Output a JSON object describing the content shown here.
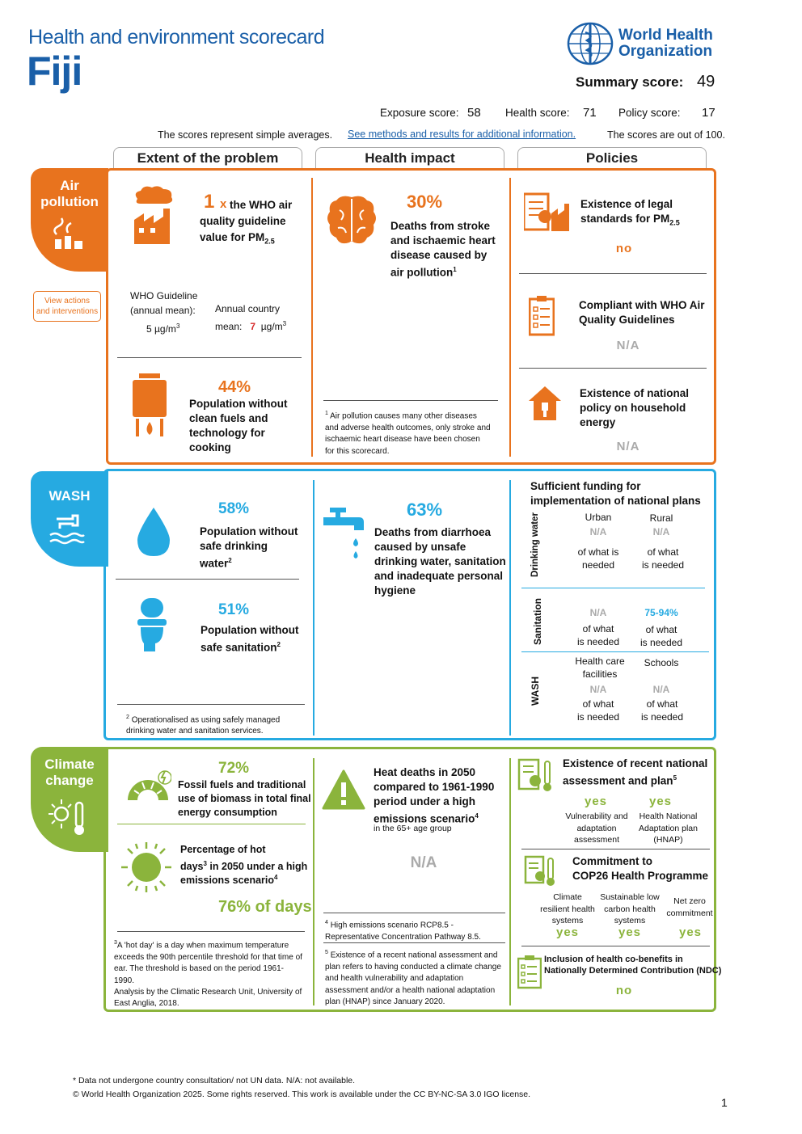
{
  "header": {
    "title": "Health and environment scorecard",
    "country": "Fiji",
    "org_line1": "World Health",
    "org_line2": "Organization",
    "summary_label": "Summary score:",
    "summary_value": "49",
    "exposure_label": "Exposure score:",
    "exposure_value": "58",
    "health_label": "Health score:",
    "health_value": "71",
    "policy_label": "Policy score:",
    "policy_value": "17",
    "note_left": "The scores represent simple averages.",
    "methods_link": "See methods and results for additional information.",
    "note_right": "The scores are out of 100."
  },
  "columns": {
    "extent": "Extent of the problem",
    "impact": "Health impact",
    "policies": "Policies"
  },
  "colors": {
    "air": "#e8731e",
    "wash": "#26aae1",
    "climate": "#8bb43c"
  },
  "air": {
    "tab": "Air pollution",
    "view_actions_1": "View actions",
    "view_actions_2": "and interventions",
    "pm_multiple": "1",
    "pm_x": "x",
    "pm_text1": "the WHO air",
    "pm_text2": "quality guideline",
    "pm_text3": "value for PM",
    "pm_sub": "2.5",
    "guideline_l1": "WHO Guideline",
    "guideline_l2": "(annual mean):",
    "guideline_l3": "5 µg/m",
    "annual_l1": "Annual country",
    "annual_l2": "mean:",
    "annual_value": "7",
    "annual_unit": "µg/m",
    "cooking_pct": "44%",
    "cooking_1": "Population without",
    "cooking_2": "clean fuels and",
    "cooking_3": "technology for",
    "cooking_4": "cooking",
    "deaths_pct": "30%",
    "deaths_1": "Deaths from stroke",
    "deaths_2": "and ischaemic heart",
    "deaths_3": "disease caused by",
    "deaths_4": "air pollution",
    "deaths_sup": "1",
    "foot1_1": "Air pollution causes many other diseases",
    "foot1_2": "and adverse health outcomes, only stroke and",
    "foot1_3": "ischaemic heart disease have been chosen",
    "foot1_4": "for this scorecard.",
    "pol1_1": "Existence of legal",
    "pol1_2": "standards for PM",
    "pol1_val": "no",
    "pol2_1": "Compliant with WHO Air",
    "pol2_2": "Quality Guidelines",
    "pol2_val": "N/A",
    "pol3_1": "Existence of national",
    "pol3_2": "policy on household",
    "pol3_3": "energy",
    "pol3_val": "N/A"
  },
  "wash": {
    "tab": "WASH",
    "water_pct": "58%",
    "water_1": "Population without",
    "water_2": "safe drinking",
    "water_3": "water",
    "san_pct": "51%",
    "san_1": "Population without",
    "san_2": "safe sanitation",
    "foot2_1": "Operationalised as using safely managed",
    "foot2_2": "drinking water and sanitation services.",
    "deaths_pct": "63%",
    "deaths_1": "Deaths from diarrhoea",
    "deaths_2": "caused by unsafe",
    "deaths_3": "drinking water, sanitation",
    "deaths_4": "and inadequate personal",
    "deaths_5": "hygiene",
    "funding_1": "Sufficient funding for",
    "funding_2": "implementation of national plans",
    "urban": "Urban",
    "rural": "Rural",
    "row_drinking": "Drinking water",
    "row_sanitation": "Sanitation",
    "row_wash": "WASH",
    "dw_urban_val": "N/A",
    "dw_urban_1": "of what is",
    "dw_urban_2": "needed",
    "dw_rural_val": "N/A",
    "dw_rural_1": "of what",
    "dw_rural_2": "is needed",
    "san_urban_val": "N/A",
    "san_urban_1": "of what",
    "san_urban_2": "is needed",
    "san_rural_val": "75-94%",
    "san_rural_1": "of what",
    "san_rural_2": "is needed",
    "hcf_1": "Health care",
    "hcf_2": "facilities",
    "schools": "Schools",
    "hcf_val": "N/A",
    "hcf_n1": "of what",
    "hcf_n2": "is needed",
    "sch_val": "N/A",
    "sch_n1": "of what",
    "sch_n2": "is needed"
  },
  "climate": {
    "tab1": "Climate",
    "tab2": "change",
    "fossil_pct": "72%",
    "fossil_1": "Fossil fuels and traditional",
    "fossil_2": "use of biomass in total final",
    "fossil_3": "energy consumption",
    "hot_1": "Percentage of hot",
    "hot_2a": "days",
    "hot_2b": " in 2050 under a high",
    "hot_3": "emissions scenario",
    "hot_val": "76% of days",
    "foot3_1": "A 'hot day' is a day when maximum temperature",
    "foot3_2": "exceeds the 90th percentile threshold for that time of",
    "foot3_3": "ear. The threshold is based on the period 1961-",
    "foot3_4": "1990.",
    "foot3_5": "Analysis by the Climatic Research Unit, University of",
    "foot3_6": "East Anglia, 2018.",
    "heat_1": "Heat deaths in 2050",
    "heat_2": "compared to 1961-1990",
    "heat_3": "period under a high",
    "heat_4": "emissions scenario",
    "heat_5": "in the 65+ age group",
    "heat_val": "N/A",
    "foot4_1": "High emissions scenario RCP8.5 -",
    "foot4_2": "Representative Concentration Pathway 8.5.",
    "foot5_1": "Existence of a recent national assessment and",
    "foot5_2": "plan refers to having conducted a climate change",
    "foot5_3": "and health vulnerability and adaptation",
    "foot5_4": "assessment and/or a health national adaptation",
    "foot5_5": "plan (HNAP) since January 2020.",
    "assess_1": "Existence of recent national",
    "assess_2": "assessment and plan",
    "va_val": "yes",
    "va_1": "Vulnerability and",
    "va_2": "adaptation",
    "va_3": "assessment",
    "hnap_val": "yes",
    "hnap_1": "Health National",
    "hnap_2": "Adaptation plan",
    "hnap_3": "(HNAP)",
    "cop_1": "Commitment to",
    "cop_2": "COP26 Health Programme",
    "crs_1": "Climate",
    "crs_2": "resilient health",
    "crs_3": "systems",
    "crs_val": "yes",
    "slc_1": "Sustainable low",
    "slc_2": "carbon health",
    "slc_3": "systems",
    "slc_val": "yes",
    "nz_1": "Net zero",
    "nz_2": "commitment",
    "nz_val": "yes",
    "ndc_1": "Inclusion of health co-benefits in",
    "ndc_2": "Nationally Determined Contribution (NDC)",
    "ndc_val": "no"
  },
  "footer": {
    "note": "* Data not undergone country consultation/ not UN data. N/A: not available.",
    "copyright": "© World Health Organization  2025. Some rights reserved. This work is available under the CC BY-NC-SA 3.0 IGO license.",
    "page": "1"
  }
}
